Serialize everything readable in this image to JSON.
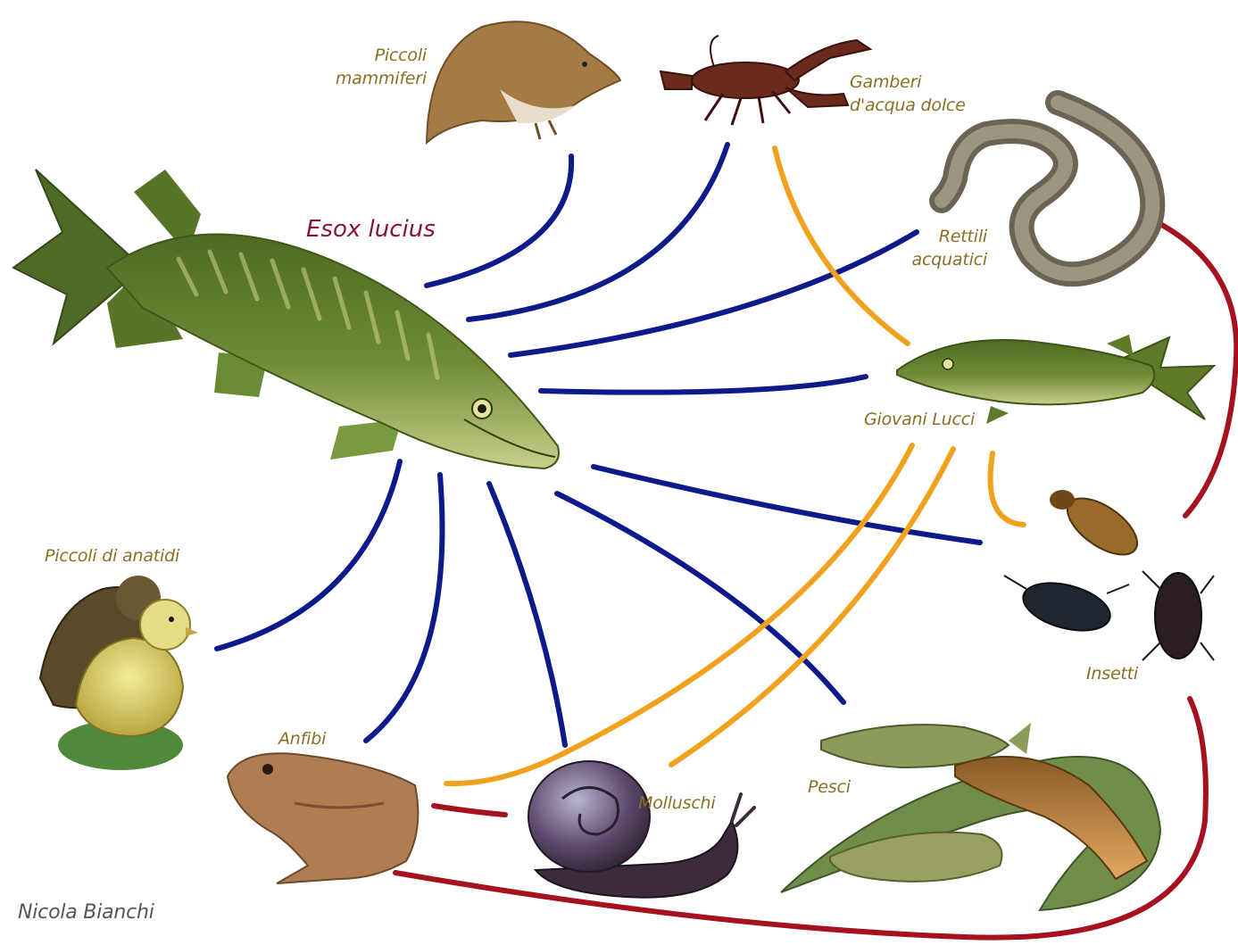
{
  "diagram": {
    "predator_label": "Esox lucius",
    "author": "Nicola Bianchi",
    "colors": {
      "predation_by_adult": "#0d1a8a",
      "predation_on_young": "#f0a21e",
      "other_relations": "#a5121e",
      "label_text": "#8a7025",
      "title_text": "#8b1530"
    },
    "nodes": {
      "small_mammals": {
        "label_line1": "Piccoli",
        "label_line2": "mammiferi",
        "icon": "shrew-icon"
      },
      "crayfish": {
        "label_line1": "Gamberi",
        "label_line2": "d'acqua dolce",
        "icon": "crayfish-icon"
      },
      "reptiles": {
        "label_line1": "Rettili",
        "label_line2": "acquatici",
        "icon": "snake-icon"
      },
      "young_pike": {
        "label": "Giovani Lucci",
        "icon": "young-pike-icon"
      },
      "insects": {
        "label": "Insetti",
        "icon": "beetle-icon"
      },
      "fish": {
        "label": "Pesci",
        "icon": "fish-group-icon"
      },
      "molluscs": {
        "label": "Molluschi",
        "icon": "snail-icon"
      },
      "amphibians": {
        "label": "Anfibi",
        "icon": "frog-icon"
      },
      "ducklings": {
        "label": "Piccoli di anatidi",
        "icon": "duckling-icon"
      },
      "pike": {
        "icon": "pike-icon"
      }
    }
  }
}
